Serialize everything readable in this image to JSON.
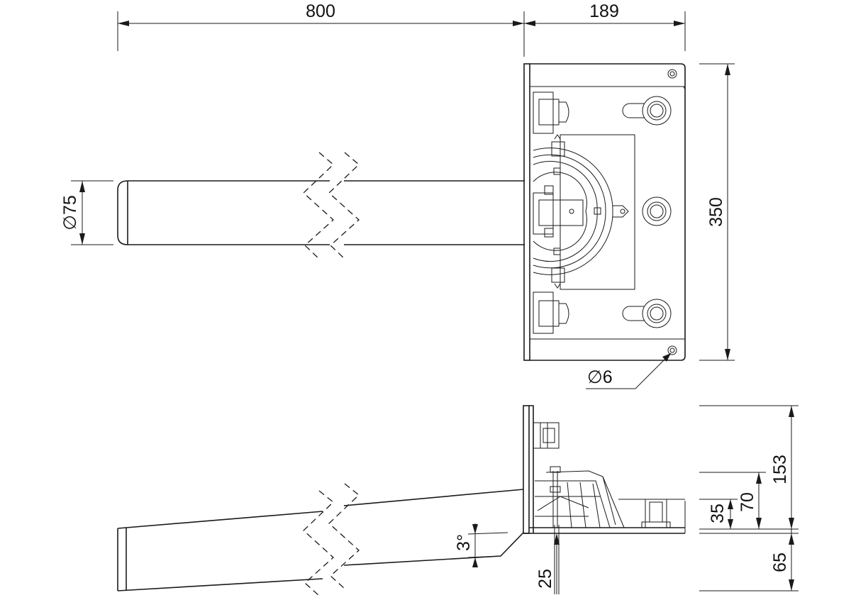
{
  "dimensions": {
    "top_length": "800",
    "top_plate_width": "189",
    "tube_diameter": "75",
    "plate_height": "350",
    "hole_diameter": "6",
    "side_height_total": "153",
    "side_height_mid": "70",
    "side_height_low": "35",
    "side_depth_below": "65",
    "side_offset": "25",
    "side_angle": "3°"
  },
  "symbols": {
    "diameter": "∅"
  }
}
